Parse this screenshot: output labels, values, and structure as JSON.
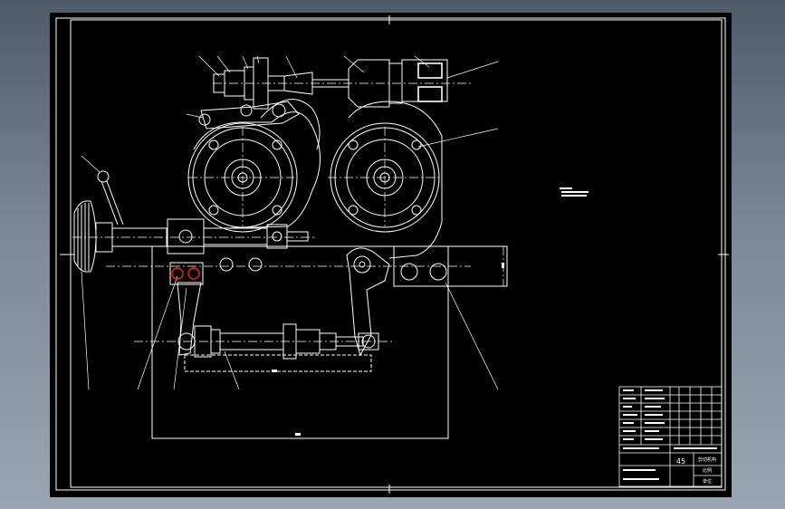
{
  "title_block": {
    "material": "45",
    "name_label": "剪切机构",
    "scale_label": "比例",
    "unit_label": "单位"
  },
  "colors": {
    "background": "#000000",
    "line": "#ffffff",
    "highlight": "#ff2020"
  }
}
